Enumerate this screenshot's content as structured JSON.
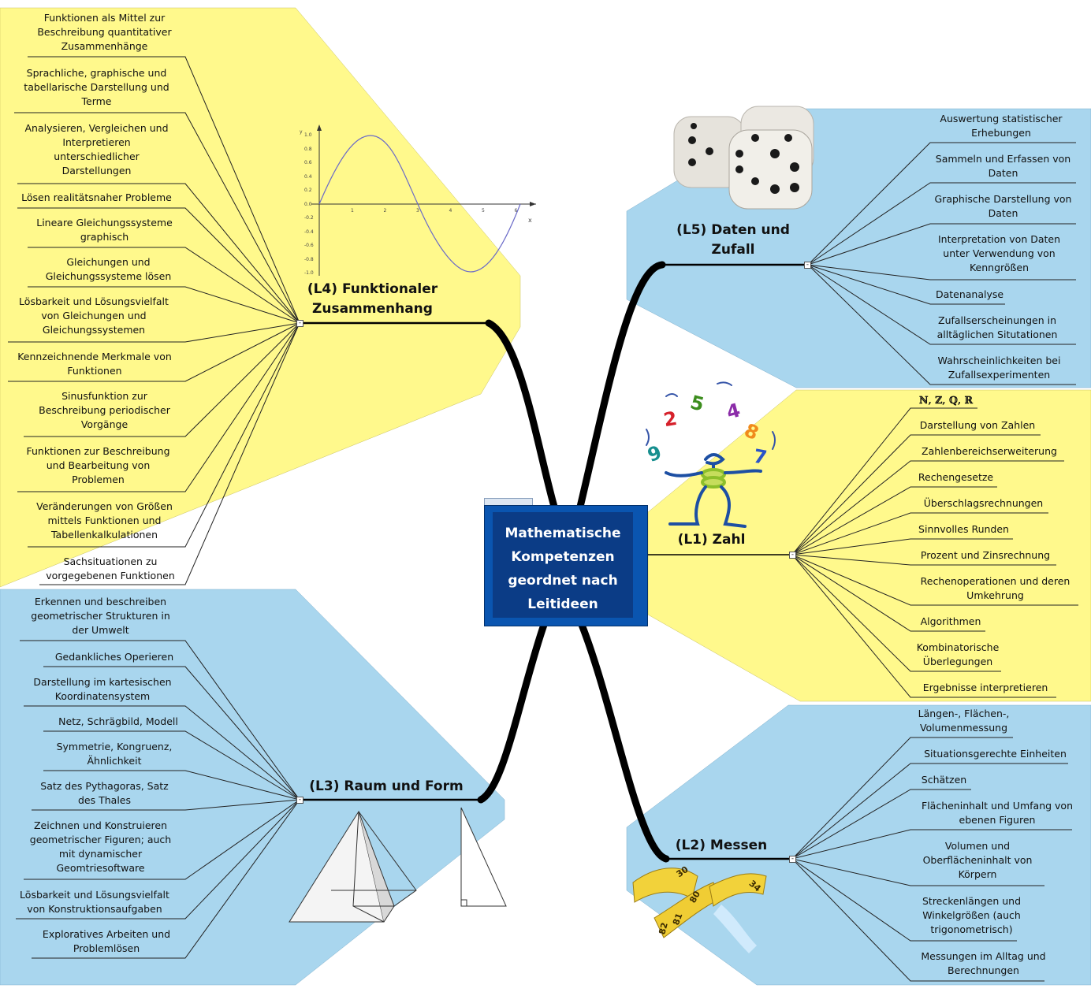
{
  "center": {
    "title": "Mathematische\nKompetenzen\ngeordnet nach\nLeitideen"
  },
  "colors": {
    "yellow": "#fff98c",
    "blue": "#a9d6ee",
    "center_dark": "#0b3c86",
    "center_border": "#0a55b0"
  },
  "branches": {
    "l4": {
      "title": "(L4) Funktionaler\nZusammenhang",
      "items": [
        "Funktionen als Mittel zur\nBeschreibung quantitativer\nZusammenhänge",
        "Sprachliche, graphische und\ntabellarische Darstellung und\nTerme",
        "Analysieren, Vergleichen und\nInterpretieren\nunterschiedlicher\nDarstellungen",
        "Lösen realitätsnaher Probleme",
        "Lineare Gleichungssysteme\ngraphisch",
        "Gleichungen und\nGleichungssysteme lösen",
        "Lösbarkeit und Lösungsvielfalt\nvon Gleichungen und\nGleichungssystemen",
        "Kennzeichnende Merkmale von\nFunktionen",
        "Sinusfunktion zur\nBeschreibung periodischer\nVorgänge",
        "Funktionen zur Beschreibung\nund Bearbeitung von\nProblemen",
        "Veränderungen von Größen\nmittels Funktionen und\nTabellenkalkulationen",
        "Sachsituationen zu\nvorgegebenen Funktionen"
      ]
    },
    "l3": {
      "title": "(L3) Raum und Form",
      "items": [
        "Erkennen und beschreiben\ngeometrischer Strukturen in\nder Umwelt",
        "Gedankliches Operieren",
        "Darstellung im kartesischen\nKoordinatensystem",
        "Netz, Schrägbild, Modell",
        "Symmetrie, Kongruenz,\nÄhnlichkeit",
        "Satz des Pythagoras, Satz\ndes Thales",
        "Zeichnen und Konstruieren\ngeometrischer Figuren; auch\nmit dynamischer\nGeomtriesoftware",
        "Lösbarkeit und Lösungsvielfalt\nvon Konstruktionsaufgaben",
        "Exploratives Arbeiten und\nProblemlösen"
      ]
    },
    "l5": {
      "title": "(L5) Daten und\nZufall",
      "items": [
        "Auswertung statistischer\nErhebungen",
        "Sammeln und Erfassen von\nDaten",
        "Graphische Darstellung von\nDaten",
        "Interpretation von Daten\nunter Verwendung von\nKenngrößen",
        "Datenanalyse",
        "Zufallserscheinungen in\nalltäglichen Situtationen",
        "Wahrscheinlichkeiten bei\nZufallsexperimenten"
      ]
    },
    "l1": {
      "title": "(L1) Zahl",
      "items": [
        "ℕ, ℤ, ℚ, ℝ",
        "Darstellung von Zahlen",
        "Zahlenbereichserweiterung",
        "Rechengesetze",
        "Überschlagsrechnungen",
        "Sinnvolles Runden",
        "Prozent und Zinsrechnung",
        "Rechenoperationen und deren\nUmkehrung",
        "Algorithmen",
        "Kombinatorische\nÜberlegungen",
        "Ergebnisse interpretieren"
      ]
    },
    "l2": {
      "title": "(L2) Messen",
      "items": [
        "Längen-, Flächen-,\nVolumenmessung",
        "Situationsgerechte Einheiten",
        "Schätzen",
        "Flächeninhalt und Umfang von\nebenen Figuren",
        "Volumen und\nOberflächeninhalt von\nKörpern",
        "Streckenlängen und\nWinkelgrößen (auch\ntrigonometrisch)",
        "Messungen im Alltag und\nBerechnungen"
      ]
    }
  },
  "sine_graph": {
    "x_axis_label": "x",
    "y_axis_label": "y",
    "x_ticks": [
      "1",
      "2",
      "3",
      "4",
      "5",
      "6"
    ],
    "y_ticks": [
      "1.0",
      "0.8",
      "0.6",
      "0.4",
      "0.2",
      "0.0",
      "-0.2",
      "-0.4",
      "-0.6",
      "-0.8",
      "-1.0"
    ]
  },
  "juggler_digits": [
    "9",
    "2",
    "5",
    "4",
    "8",
    "7"
  ],
  "tape_numbers": [
    "30",
    "80",
    "81",
    "82",
    "34"
  ],
  "icons": [
    "dice-image",
    "juggler-image",
    "measuring-tape-image",
    "sine-graph-image",
    "pyramid-image"
  ]
}
